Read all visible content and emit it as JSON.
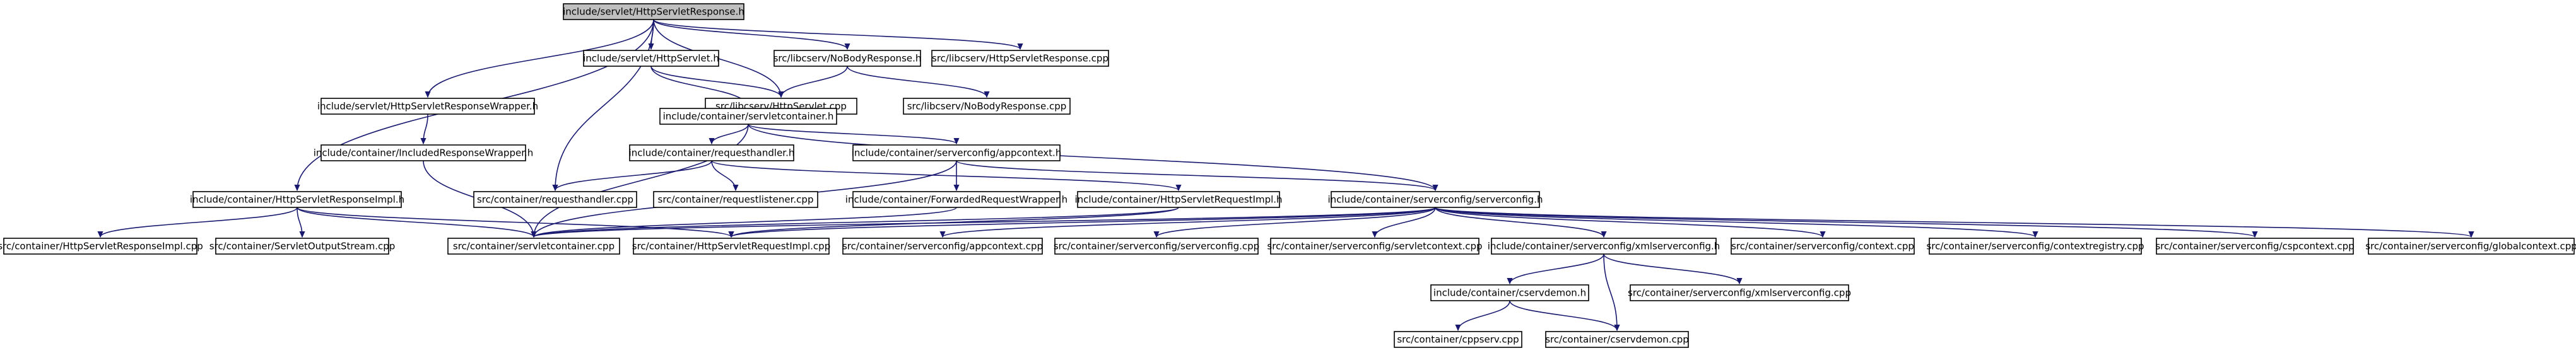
{
  "diagram": {
    "title": "",
    "nodes": {
      "root": "include/servlet/HttpServletResponse.h",
      "servlet_h": "include/servlet/HttpServlet.h",
      "nobody_h": "src/libcserv/NoBodyResponse.h",
      "libcserv_resp_cpp": "src/libcserv/HttpServletResponse.cpp",
      "wrapper_h": "include/servlet/HttpServletResponseWrapper.h",
      "libcserv_servlet_cpp": "src/libcserv/HttpServlet.cpp",
      "nobody_cpp": "src/libcserv/NoBodyResponse.cpp",
      "servletcontainer_h": "include/container/servletcontainer.h",
      "included_wrapper_h": "include/container/IncludedResponseWrapper.h",
      "requesthandler_h": "include/container/requesthandler.h",
      "appcontext_h": "include/container/serverconfig/appcontext.h",
      "respimpl_h": "include/container/HttpServletResponseImpl.h",
      "requesthandler_cpp": "src/container/requesthandler.cpp",
      "requestlistener_cpp": "src/container/requestlistener.cpp",
      "forwarded_wrapper_h": "include/container/ForwardedRequestWrapper.h",
      "reqimpl_h": "include/container/HttpServletRequestImpl.h",
      "serverconfig_h": "include/container/serverconfig/serverconfig.h",
      "respimpl_cpp": "src/container/HttpServletResponseImpl.cpp",
      "servletoutputstream_cpp": "src/container/ServletOutputStream.cpp",
      "servletcontainer_cpp": "src/container/servletcontainer.cpp",
      "reqimpl_cpp": "src/container/HttpServletRequestImpl.cpp",
      "appcontext_cpp": "src/container/serverconfig/appcontext.cpp",
      "serverconfig_cpp": "src/container/serverconfig/serverconfig.cpp",
      "servletcontext_cpp": "src/container/serverconfig/servletcontext.cpp",
      "xmlserverconfig_h": "include/container/serverconfig/xmlserverconfig.h",
      "context_cpp": "src/container/serverconfig/context.cpp",
      "contextregistry_cpp": "src/container/serverconfig/contextregistry.cpp",
      "cspcontext_cpp": "src/container/serverconfig/cspcontext.cpp",
      "globalcontext_cpp": "src/container/serverconfig/globalcontext.cpp",
      "cservdemon_h": "include/container/cservdemon.h",
      "xmlserverconfig_cpp": "src/container/serverconfig/xmlserverconfig.cpp",
      "cppserv_cpp": "src/container/cppserv.cpp",
      "cservdemon_cpp": "src/container/cservdemon.cpp"
    },
    "edges": [
      [
        "root",
        "servlet_h"
      ],
      [
        "root",
        "nobody_h"
      ],
      [
        "root",
        "libcserv_resp_cpp"
      ],
      [
        "root",
        "wrapper_h"
      ],
      [
        "root",
        "respimpl_h"
      ],
      [
        "root",
        "requesthandler_cpp"
      ],
      [
        "root",
        "libcserv_servlet_cpp"
      ],
      [
        "servlet_h",
        "libcserv_servlet_cpp"
      ],
      [
        "servlet_h",
        "servletcontainer_h"
      ],
      [
        "nobody_h",
        "libcserv_servlet_cpp"
      ],
      [
        "nobody_h",
        "nobody_cpp"
      ],
      [
        "wrapper_h",
        "included_wrapper_h"
      ],
      [
        "included_wrapper_h",
        "servletcontainer_cpp"
      ],
      [
        "servletcontainer_h",
        "requesthandler_h"
      ],
      [
        "servletcontainer_h",
        "appcontext_h"
      ],
      [
        "servletcontainer_h",
        "servletcontainer_cpp"
      ],
      [
        "servletcontainer_h",
        "serverconfig_h"
      ],
      [
        "requesthandler_h",
        "requesthandler_cpp"
      ],
      [
        "requesthandler_h",
        "requestlistener_cpp"
      ],
      [
        "requesthandler_h",
        "reqimpl_h"
      ],
      [
        "appcontext_h",
        "forwarded_wrapper_h"
      ],
      [
        "appcontext_h",
        "serverconfig_h"
      ],
      [
        "appcontext_h",
        "servletcontainer_cpp"
      ],
      [
        "respimpl_h",
        "respimpl_cpp"
      ],
      [
        "respimpl_h",
        "servletoutputstream_cpp"
      ],
      [
        "respimpl_h",
        "servletcontainer_cpp"
      ],
      [
        "respimpl_h",
        "reqimpl_cpp"
      ],
      [
        "forwarded_wrapper_h",
        "servletcontainer_cpp"
      ],
      [
        "reqimpl_h",
        "servletcontainer_cpp"
      ],
      [
        "reqimpl_h",
        "reqimpl_cpp"
      ],
      [
        "serverconfig_h",
        "servletcontainer_cpp"
      ],
      [
        "serverconfig_h",
        "appcontext_cpp"
      ],
      [
        "serverconfig_h",
        "serverconfig_cpp"
      ],
      [
        "serverconfig_h",
        "servletcontext_cpp"
      ],
      [
        "serverconfig_h",
        "xmlserverconfig_h"
      ],
      [
        "serverconfig_h",
        "context_cpp"
      ],
      [
        "serverconfig_h",
        "contextregistry_cpp"
      ],
      [
        "serverconfig_h",
        "cspcontext_cpp"
      ],
      [
        "serverconfig_h",
        "globalcontext_cpp"
      ],
      [
        "serverconfig_h",
        "reqimpl_cpp"
      ],
      [
        "xmlserverconfig_h",
        "cservdemon_h"
      ],
      [
        "xmlserverconfig_h",
        "xmlserverconfig_cpp"
      ],
      [
        "xmlserverconfig_h",
        "cservdemon_cpp"
      ],
      [
        "cservdemon_h",
        "cppserv_cpp"
      ],
      [
        "cservdemon_h",
        "cservdemon_cpp"
      ]
    ],
    "colors": {
      "edge": "#191970",
      "root_fill": "#bfbfbf",
      "node_fill": "#ffffff",
      "node_border": "#000000"
    }
  }
}
